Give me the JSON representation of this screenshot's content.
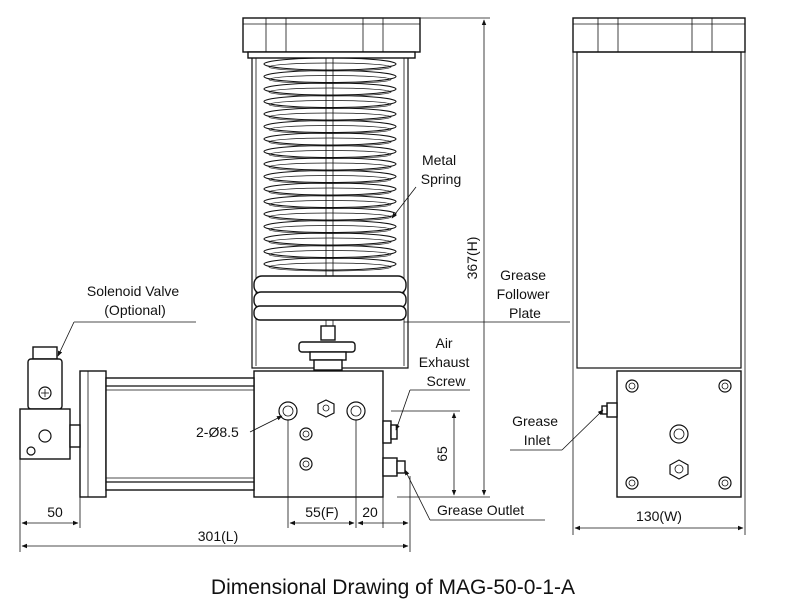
{
  "labels": {
    "metal_spring": [
      "Metal",
      "Spring"
    ],
    "grease_follower_plate": [
      "Grease",
      "Follower",
      "Plate"
    ],
    "air_exhaust_screw": [
      "Air",
      "Exhaust",
      "Screw"
    ],
    "solenoid_valve": [
      "Solenoid Valve",
      "(Optional)"
    ],
    "mounting_holes": "2-Ø8.5",
    "grease_inlet": [
      "Grease",
      "Inlet"
    ],
    "grease_outlet": "Grease Outlet"
  },
  "dimensions": {
    "height": "367(H)",
    "length": "301(L)",
    "width": "130(W)",
    "left_offset": "50",
    "hole_spacing": "55(F)",
    "edge_gap": "20",
    "mount_height": "65"
  },
  "caption": "Dimensional Drawing of MAG-50-0-1-A"
}
